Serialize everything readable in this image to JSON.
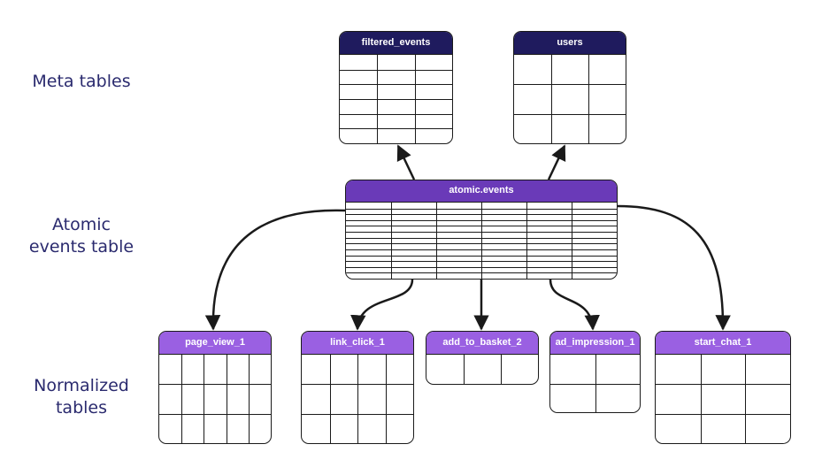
{
  "labels": {
    "meta": "Meta tables",
    "atomic": [
      "Atomic",
      "events table"
    ],
    "normalized": [
      "Normalized",
      "tables"
    ]
  },
  "tables": {
    "filtered_events": {
      "title": "filtered_events",
      "cols": 3,
      "rows": 6
    },
    "users": {
      "title": "users",
      "cols": 3,
      "rows": 3
    },
    "atomic_events": {
      "title": "atomic.events",
      "cols": 6,
      "rows": 13
    },
    "page_view_1": {
      "title": "page_view_1",
      "cols": 5,
      "rows": 3
    },
    "link_click_1": {
      "title": "link_click_1",
      "cols": 4,
      "rows": 3
    },
    "add_to_basket_2": {
      "title": "add_to_basket_2",
      "cols": 3,
      "rows": 1
    },
    "ad_impression_1": {
      "title": "ad_impression_1",
      "cols": 2,
      "rows": 2
    },
    "start_chat_1": {
      "title": "start_chat_1",
      "cols": 3,
      "rows": 3
    }
  },
  "colors": {
    "meta_header": "#1f1b5e",
    "atomic_header": "#6a3ab8",
    "normalized_header": "#9a60e2",
    "label_text": "#2a2a6e",
    "line": "#1a1a1a"
  }
}
